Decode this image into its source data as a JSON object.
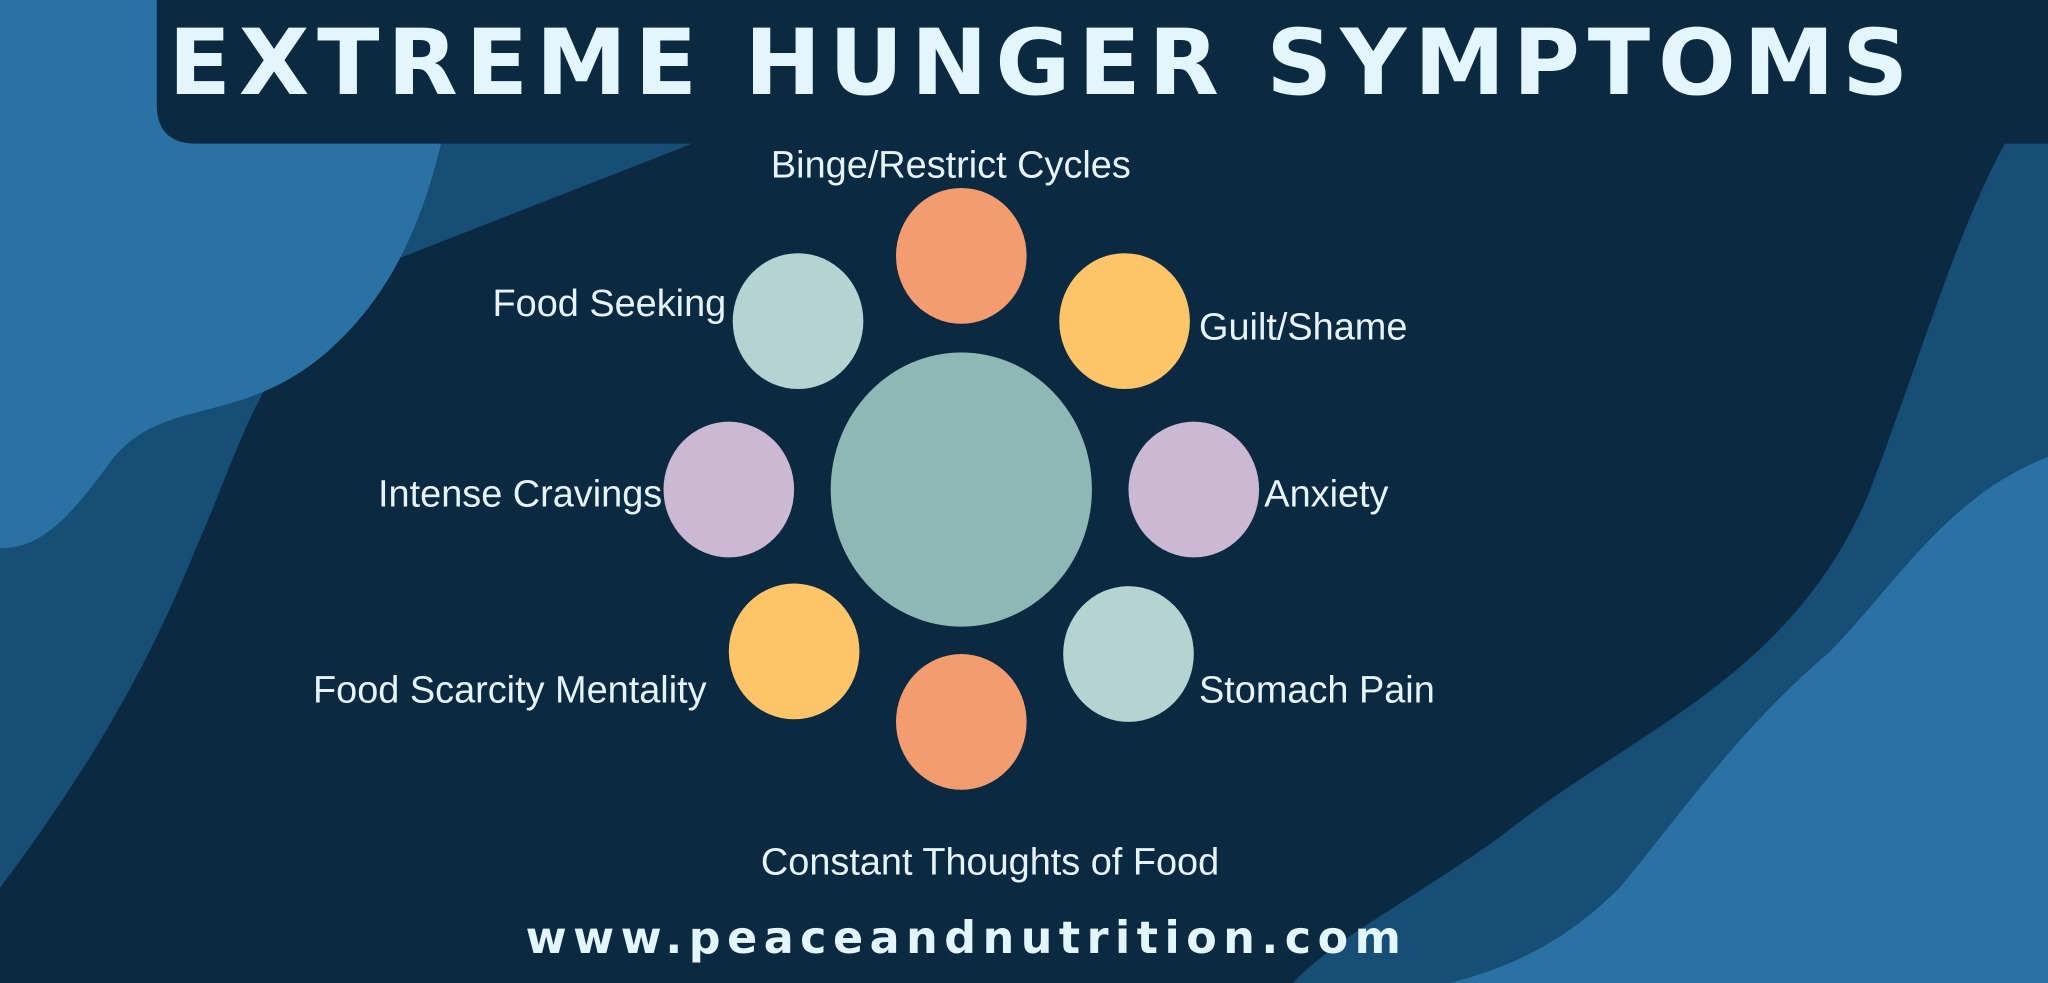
{
  "title": "EXTREME HUNGER SYMPTOMS",
  "website": "www.peaceandnutrition.com",
  "colors": {
    "background": "#0b2a42",
    "shape_light": "#2a72a3",
    "shape_mid": "#164e75",
    "text": "#e3f5fd",
    "center": "#8fb8b5",
    "orange": "#f39c6f",
    "yellow": "#fdc468",
    "lilac": "#cbb8d3",
    "pale": "#b5d3d1"
  },
  "symptoms": [
    {
      "label": "Binge/Restrict Cycles",
      "color": "orange"
    },
    {
      "label": "Guilt/Shame",
      "color": "yellow"
    },
    {
      "label": "Anxiety",
      "color": "lilac"
    },
    {
      "label": "Stomach Pain",
      "color": "pale"
    },
    {
      "label": "Constant Thoughts of Food",
      "color": "orange"
    },
    {
      "label": "Food Scarcity Mentality",
      "color": "yellow"
    },
    {
      "label": "Intense Cravings",
      "color": "lilac"
    },
    {
      "label": "Food Seeking",
      "color": "pale"
    }
  ]
}
